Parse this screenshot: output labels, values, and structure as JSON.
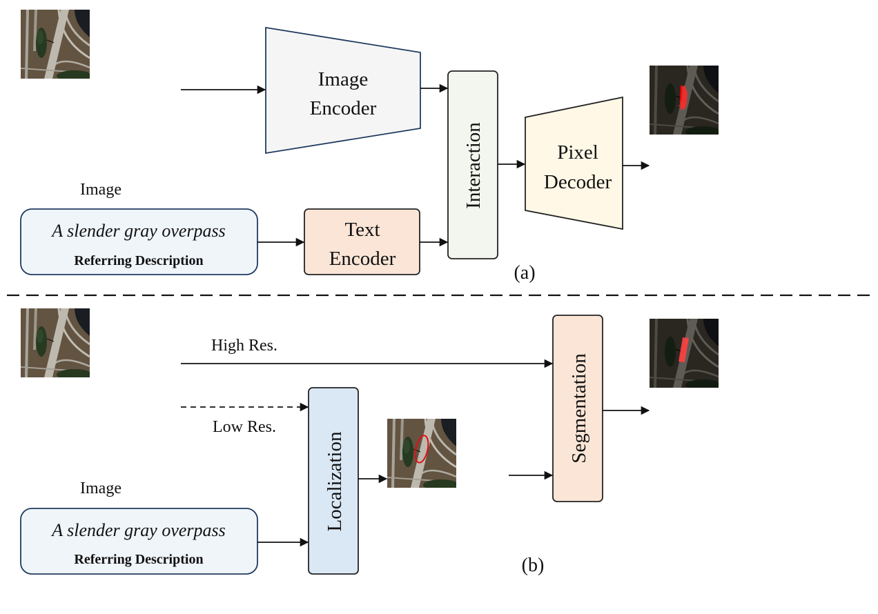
{
  "panel_a": {
    "image_caption": "Image",
    "query": {
      "text": "A slender gray overpass",
      "subtitle": "Referring Description"
    },
    "image_encoder": {
      "line1": "Image",
      "line2": "Encoder"
    },
    "text_encoder": {
      "line1": "Text",
      "line2": "Encoder"
    },
    "interaction": "Interaction",
    "pixel_decoder": {
      "line1": "Pixel",
      "line2": "Decoder"
    },
    "tag": "(a)"
  },
  "panel_b": {
    "image_caption": "Image",
    "query": {
      "text": "A slender gray overpass",
      "subtitle": "Referring Description"
    },
    "high_res": "High Res.",
    "low_res": "Low Res.",
    "localization": "Localization",
    "segmentation": "Segmentation",
    "tag": "(b)"
  },
  "colors": {
    "image_encoder_fill": "#f5f5f5",
    "text_encoder_fill": "#fbe5d6",
    "interaction_fill": "#f2f6ee",
    "pixel_decoder_fill": "#fff8e6",
    "localization_fill": "#dae8f5",
    "segmentation_fill": "#fbe5d6",
    "query_fill": "#f0f5fa",
    "mask_red": "#ff2a2a",
    "ellipse_red": "#e01010"
  }
}
